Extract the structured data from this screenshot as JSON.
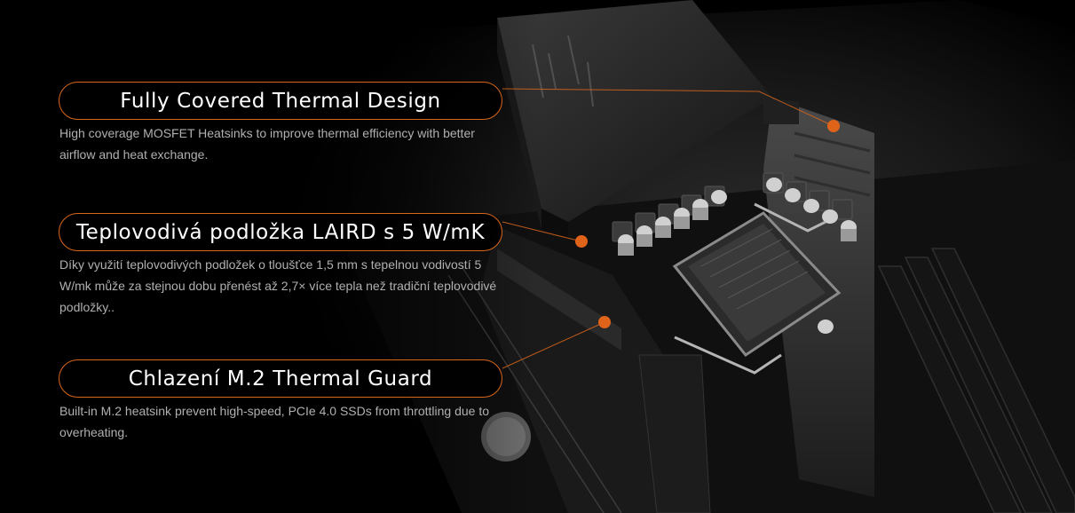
{
  "features": [
    {
      "title": "Fully Covered Thermal Design",
      "description": "High coverage MOSFET Heatsinks to improve thermal efficiency with better airflow and heat exchange."
    },
    {
      "title": "Teplovodivá podložka LAIRD s 5 W/mK",
      "description": "Díky využití teplovodivých podložek o tloušťce 1,5 mm s tepelnou vodivostí 5 W/mk může za stejnou dobu přenést až 2,7× více tepla než tradiční teplovodivé podložky.."
    },
    {
      "title": "Chlazení M.2 Thermal Guard",
      "description": "Built-in M.2 heatsink prevent high-speed, PCIe 4.0 SSDs from throttling due to overheating."
    }
  ],
  "colors": {
    "accent": "#d9661c",
    "dot": "#e0631a",
    "background": "#000000",
    "title_text": "#ffffff",
    "body_text": "#b0b0b0"
  },
  "image": {
    "subject": "motherboard-render"
  }
}
